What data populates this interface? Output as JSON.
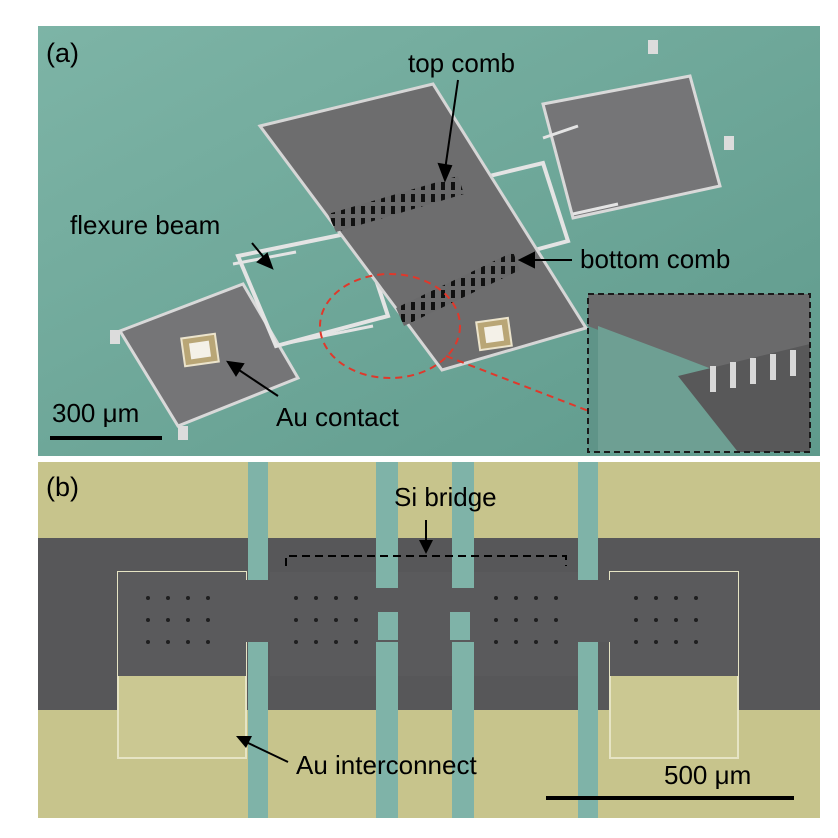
{
  "panel_a": {
    "label": "(a)",
    "annotations": {
      "top_comb": "top comb",
      "flexure_beam": "flexure beam",
      "bottom_comb": "bottom comb",
      "au_contact": "Au contact"
    },
    "scale_bar": "300 μm",
    "colors": {
      "substrate": "#6fa89a",
      "silicon": "#6f6f70",
      "gold_pad": "#b7a678",
      "inset_arrow": "#e0382b"
    }
  },
  "panel_b": {
    "label": "(b)",
    "annotations": {
      "si_bridge": "Si bridge",
      "au_interconnect": "Au interconnect"
    },
    "scale_bar": "500 μm",
    "colors": {
      "gold": "#c9c690",
      "silicon": "#58585a",
      "substrate": "#7fb3a8"
    }
  }
}
